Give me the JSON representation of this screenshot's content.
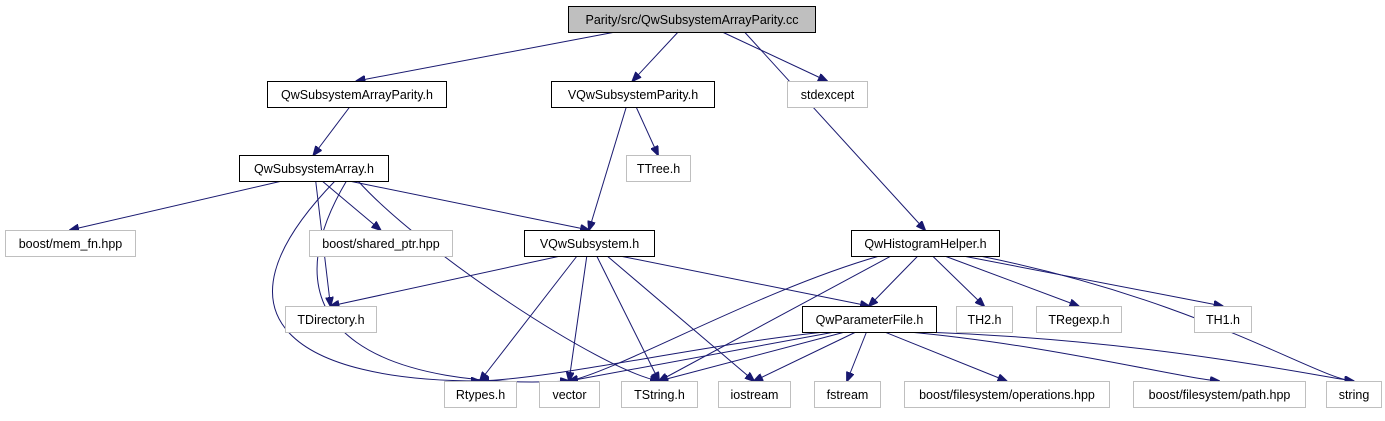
{
  "diagram": {
    "nodes": [
      {
        "id": "root",
        "label": "Parity/src/QwSubsystemArrayParity.cc",
        "style": "root"
      },
      {
        "id": "qsap",
        "label": "QwSubsystemArrayParity.h",
        "style": "internal"
      },
      {
        "id": "vqsp",
        "label": "VQwSubsystemParity.h",
        "style": "internal"
      },
      {
        "id": "stdexcept",
        "label": "stdexcept",
        "style": "external"
      },
      {
        "id": "qsa",
        "label": "QwSubsystemArray.h",
        "style": "internal"
      },
      {
        "id": "ttree",
        "label": "TTree.h",
        "style": "external"
      },
      {
        "id": "memfn",
        "label": "boost/mem_fn.hpp",
        "style": "external"
      },
      {
        "id": "sharedptr",
        "label": "boost/shared_ptr.hpp",
        "style": "external"
      },
      {
        "id": "vqs",
        "label": "VQwSubsystem.h",
        "style": "internal"
      },
      {
        "id": "qhh",
        "label": "QwHistogramHelper.h",
        "style": "internal"
      },
      {
        "id": "tdir",
        "label": "TDirectory.h",
        "style": "external"
      },
      {
        "id": "qpf",
        "label": "QwParameterFile.h",
        "style": "internal"
      },
      {
        "id": "th2",
        "label": "TH2.h",
        "style": "external"
      },
      {
        "id": "tregexp",
        "label": "TRegexp.h",
        "style": "external"
      },
      {
        "id": "th1",
        "label": "TH1.h",
        "style": "external"
      },
      {
        "id": "rtypes",
        "label": "Rtypes.h",
        "style": "external"
      },
      {
        "id": "vector",
        "label": "vector",
        "style": "external"
      },
      {
        "id": "tstring",
        "label": "TString.h",
        "style": "external"
      },
      {
        "id": "iostream",
        "label": "iostream",
        "style": "external"
      },
      {
        "id": "fstream",
        "label": "fstream",
        "style": "external"
      },
      {
        "id": "operations",
        "label": "boost/filesystem/operations.hpp",
        "style": "external"
      },
      {
        "id": "path",
        "label": "boost/filesystem/path.hpp",
        "style": "external"
      },
      {
        "id": "string",
        "label": "string",
        "style": "external"
      }
    ],
    "edges": [
      {
        "from": "root",
        "to": "qsap"
      },
      {
        "from": "root",
        "to": "vqsp"
      },
      {
        "from": "root",
        "to": "stdexcept"
      },
      {
        "from": "root",
        "to": "qhh"
      },
      {
        "from": "qsap",
        "to": "qsa"
      },
      {
        "from": "vqsp",
        "to": "ttree"
      },
      {
        "from": "vqsp",
        "to": "vqs"
      },
      {
        "from": "qsa",
        "to": "memfn"
      },
      {
        "from": "qsa",
        "to": "sharedptr"
      },
      {
        "from": "qsa",
        "to": "vqs"
      },
      {
        "from": "qsa",
        "to": "tdir"
      },
      {
        "from": "qsa",
        "to": "tstring"
      },
      {
        "from": "qsa",
        "to": "rtypes"
      },
      {
        "from": "qsa",
        "to": "vector"
      },
      {
        "from": "vqs",
        "to": "tdir"
      },
      {
        "from": "vqs",
        "to": "qpf"
      },
      {
        "from": "vqs",
        "to": "rtypes"
      },
      {
        "from": "vqs",
        "to": "vector"
      },
      {
        "from": "vqs",
        "to": "tstring"
      },
      {
        "from": "vqs",
        "to": "iostream"
      },
      {
        "from": "qhh",
        "to": "qpf"
      },
      {
        "from": "qhh",
        "to": "th2"
      },
      {
        "from": "qhh",
        "to": "tregexp"
      },
      {
        "from": "qhh",
        "to": "th1"
      },
      {
        "from": "qhh",
        "to": "vector"
      },
      {
        "from": "qhh",
        "to": "tstring"
      },
      {
        "from": "qhh",
        "to": "string"
      },
      {
        "from": "qpf",
        "to": "rtypes"
      },
      {
        "from": "qpf",
        "to": "vector"
      },
      {
        "from": "qpf",
        "to": "tstring"
      },
      {
        "from": "qpf",
        "to": "iostream"
      },
      {
        "from": "qpf",
        "to": "fstream"
      },
      {
        "from": "qpf",
        "to": "operations"
      },
      {
        "from": "qpf",
        "to": "path"
      },
      {
        "from": "qpf",
        "to": "string"
      }
    ],
    "colors": {
      "edge": "#191970",
      "root_fill": "#bfbfbf",
      "internal_border": "#000000",
      "external_border": "#bfbfbf",
      "text": "#000000"
    }
  }
}
